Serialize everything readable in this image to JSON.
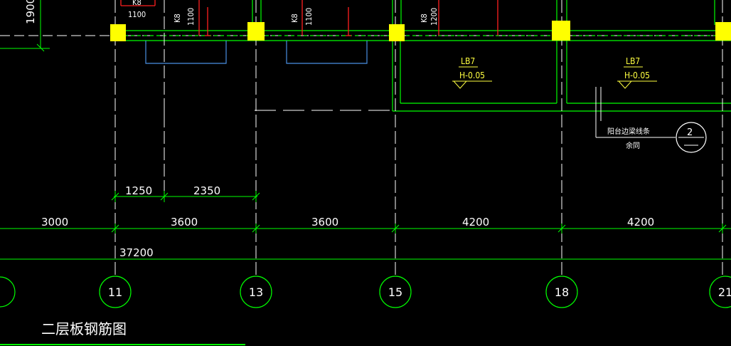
{
  "title": "二层板钢筋图",
  "colors": {
    "background": "#000000",
    "grid": "#00ff00",
    "column": "#ffff00",
    "rebar": "#ff2020",
    "text": "#ffffff",
    "beam": "#4a90e2",
    "annotation": "#ffff40"
  },
  "dimensions": {
    "top_left_vertical": "1900",
    "sub": [
      "1250",
      "2350"
    ],
    "bays": [
      "3000",
      "3600",
      "3600",
      "4200",
      "4200"
    ],
    "total": "37200"
  },
  "axes": [
    "11",
    "13",
    "15",
    "18",
    "21"
  ],
  "rebar_labels": {
    "r1_bar": "K8",
    "r1_len": "1100",
    "r2_bar": "K8",
    "r2_len": "1100",
    "r3_bar": "K8",
    "r3_len": "1100",
    "r4_bar": "K8",
    "r4_len": "1200"
  },
  "slab_tags": [
    {
      "code": "LB7",
      "level": "H-0.05"
    },
    {
      "code": "LB7",
      "level": "H-0.05"
    }
  ],
  "note": {
    "line1": "阳台边梁线条",
    "line2": "余同",
    "detail_number": "2"
  }
}
